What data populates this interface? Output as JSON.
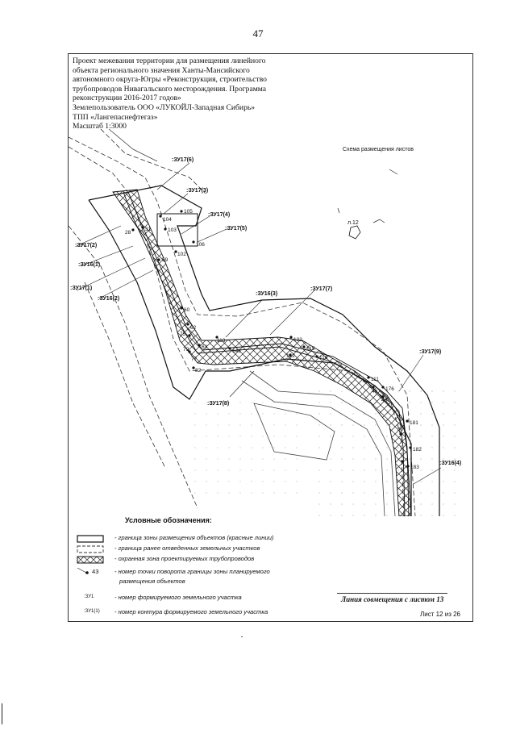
{
  "page_number": "47",
  "header": {
    "lines": [
      "Проект межевания территории для размещения линейного",
      "объекта регионального значения Ханты-Мансийского",
      "автономного округа-Югры «Реконструкция, строительство",
      "трубопроводов Нивагальского месторождения. Программа",
      "реконструкции 2016-2017 годов»",
      "Землепользователь ООО «ЛУКОЙЛ-Западная Сибирь»",
      "ТПП «Лангепаснефтегаз»",
      "Масштаб 1:3000"
    ]
  },
  "map": {
    "inset_title": "Схема размещения листов",
    "inset_sheet_label": "л.12",
    "parcel_labels": {
      "zu17_6": ":ЗУ17(6)",
      "zu17_3": ":ЗУ17(3)",
      "zu17_4": ":ЗУ17(4)",
      "zu17_5": ":ЗУ17(5)",
      "zu17_2": ":ЗУ17(2)",
      "zu16_1": ":ЗУ16(1)",
      "zu17_1": ":ЗУ17(1)",
      "zu16_2": ":ЗУ16(2)",
      "zu16_3": ":ЗУ16(3)",
      "zu17_7": ":ЗУ17(7)",
      "zu17_9": ":ЗУ17(9)",
      "zu17_8": ":ЗУ17(8)",
      "zu16_4": ":ЗУ16(4)"
    },
    "point_numbers": {
      "p105": "105",
      "p104": "104",
      "p103": "103",
      "p106": "106",
      "p102": "102",
      "p59": "59",
      "p60": "60",
      "p62": "62",
      "p75": "75",
      "p63": "63",
      "p79": "79",
      "p77": "77",
      "p82": "82",
      "p113": "113",
      "p143": "143",
      "p122": "122",
      "p115": "115",
      "p142": "142",
      "p116": "116",
      "p111": "111",
      "p176": "176",
      "p46": "46",
      "p48": "48",
      "p181": "181",
      "p182": "182",
      "p183": "183",
      "p11": "11",
      "p30": "30",
      "p31": "31",
      "p28": "28"
    }
  },
  "legend": {
    "title": "Условные обозначения:",
    "items": [
      "- граница зоны размещения объектов (красные линии)",
      "- граница ранее отведенных земельных участков",
      "- охранная зона проектируемых трубопроводов",
      "- номер точки поворота границы зоны планируемого",
      "размещения объектов",
      "- номер формируемого земельного участка",
      "- номер контура формируемого земельного участка"
    ],
    "point_sample": "43",
    "zu_sample": ":ЗУ1",
    "zu_contour_sample": ":ЗУ1(1)"
  },
  "sheet_join": "Линия совмещения с листом 13",
  "sheet_label": "Лист 12 из 26"
}
